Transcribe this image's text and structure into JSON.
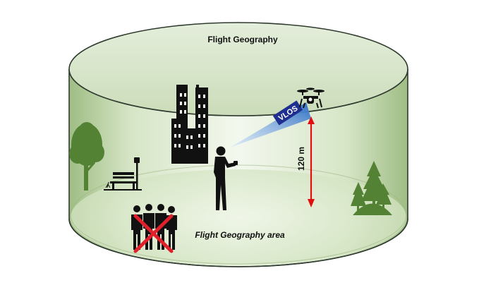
{
  "labels": {
    "title": "Flight Geography",
    "area": "Flight Geography area",
    "vlos": "VLOS",
    "height": "120 m"
  },
  "icons": {
    "buildings": "city-buildings-icon",
    "deciduous_tree": "deciduous-tree-icon",
    "bench": "park-bench-icon",
    "people": "crowd-people-icon",
    "prohibition": "prohibition-cross-icon",
    "pilot": "drone-pilot-icon",
    "drone": "drone-icon",
    "conifer_trees": "conifer-trees-icon"
  },
  "colors": {
    "cylinder_edge": "#2f3b2f",
    "cylinder_fill": "#c5d9b1",
    "floor_fill": "#dbeac9",
    "silhouette": "#111111",
    "tree_green": "#548235",
    "forbidden_cross": "#e0202a",
    "height_arrow": "#e01010",
    "vlos_beam": "#3d7ccc",
    "vlos_label_bg": "#1f2f8f"
  }
}
